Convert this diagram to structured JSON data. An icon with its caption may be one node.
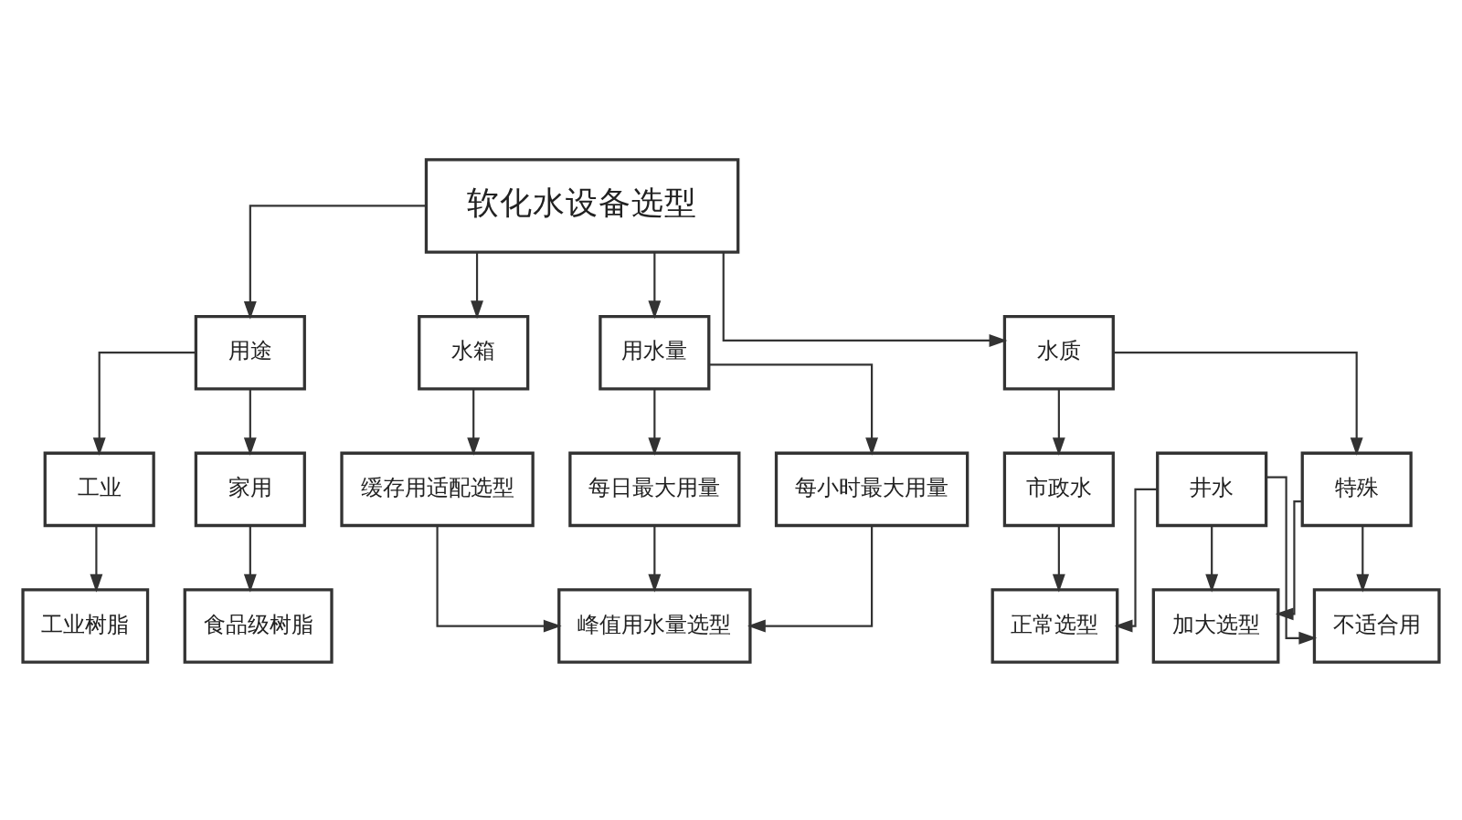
{
  "diagram": {
    "nodes": [
      {
        "text": [
          "软化水设备选型"
        ]
      },
      {
        "text": [
          "用途"
        ]
      },
      {
        "text": [
          "用水量"
        ]
      },
      {
        "text": [
          "水质"
        ]
      },
      {
        "text": [
          "水箱"
        ]
      },
      {
        "text": [
          "工业"
        ]
      },
      {
        "text": [
          "家用"
        ]
      },
      {
        "text": [
          "每日最大用量"
        ]
      },
      {
        "text": [
          "每小时最大用量"
        ]
      },
      {
        "text": [
          "市政水"
        ]
      },
      {
        "text": [
          "井水"
        ]
      },
      {
        "text": [
          "特殊"
        ]
      },
      {
        "text": [
          "缓存用适配选型"
        ]
      },
      {
        "text": [
          "工业树脂"
        ]
      },
      {
        "text": [
          "食品级树脂"
        ]
      },
      {
        "text": [
          "峰值用水量选型"
        ]
      },
      {
        "text": [
          "正常选型"
        ]
      },
      {
        "text": [
          "加大选型"
        ]
      },
      {
        "text": [
          "不适合用"
        ]
      }
    ],
    "edges": [
      {
        "from": 0,
        "to": 1,
        "arrow": "to"
      },
      {
        "from": 0,
        "to": 2,
        "arrow": "to"
      },
      {
        "from": 0,
        "to": 3,
        "arrow": "to"
      },
      {
        "from": 0,
        "to": 4,
        "arrow": "to"
      },
      {
        "from": 1,
        "to": 5,
        "arrow": "to"
      },
      {
        "from": 1,
        "to": 6,
        "arrow": "to"
      },
      {
        "from": 2,
        "to": 7,
        "arrow": "to"
      },
      {
        "from": 2,
        "to": 8,
        "arrow": "to"
      },
      {
        "from": 3,
        "to": 9,
        "arrow": "to"
      },
      {
        "from": 3,
        "to": 11,
        "arrow": "to"
      },
      {
        "from": 4,
        "to": 12,
        "arrow": "to"
      },
      {
        "from": 5,
        "to": 13,
        "arrow": "to"
      },
      {
        "from": 6,
        "to": 14,
        "arrow": "to"
      },
      {
        "from": 7,
        "to": 15,
        "arrow": "to"
      },
      {
        "from": 8,
        "to": 15,
        "arrow": "to"
      },
      {
        "from": 9,
        "to": 16,
        "arrow": "to"
      },
      {
        "from": 10,
        "to": 16,
        "arrow": "to"
      },
      {
        "from": 10,
        "to": 17,
        "arrow": "to"
      },
      {
        "from": 10,
        "to": 18,
        "arrow": "to"
      },
      {
        "from": 11,
        "to": 17,
        "arrow": "to"
      },
      {
        "from": 11,
        "to": 18,
        "arrow": "to"
      },
      {
        "from": 12,
        "to": 15,
        "arrow": "to"
      }
    ]
  }
}
